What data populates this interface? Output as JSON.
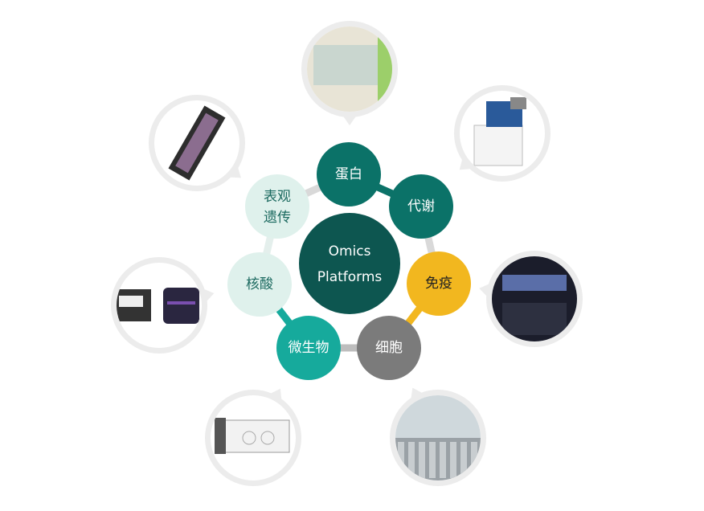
{
  "center": {
    "line1": "Omics",
    "line2": "Platforms",
    "color": "#0d5650"
  },
  "nodes": [
    {
      "id": "protein",
      "line1": "蛋白",
      "line2": "",
      "fill": "#0b7268",
      "text": "#ffffff"
    },
    {
      "id": "metabolism",
      "line1": "代谢",
      "line2": "",
      "fill": "#0b7268",
      "text": "#ffffff"
    },
    {
      "id": "immune",
      "line1": "免疫",
      "line2": "",
      "fill": "#f2b71f",
      "text": "#222222"
    },
    {
      "id": "cell",
      "line1": "细胞",
      "line2": "",
      "fill": "#7b7b7b",
      "text": "#ffffff"
    },
    {
      "id": "microbe",
      "line1": "微生物",
      "line2": "",
      "fill": "#16aa9c",
      "text": "#ffffff"
    },
    {
      "id": "nucleic-acid",
      "line1": "核酸",
      "line2": "",
      "fill": "#dff1ec",
      "text": "#1c6a60"
    },
    {
      "id": "epigenetics",
      "line1": "表观",
      "line2": "遗传",
      "fill": "#dff1ec",
      "text": "#1c6a60"
    }
  ],
  "photos": [
    "lab-hood",
    "mass-spectrometer",
    "immune-analyzer",
    "cleanroom-lab",
    "anaerobic-chamber",
    "sequencer",
    "flow-cell-chip"
  ]
}
